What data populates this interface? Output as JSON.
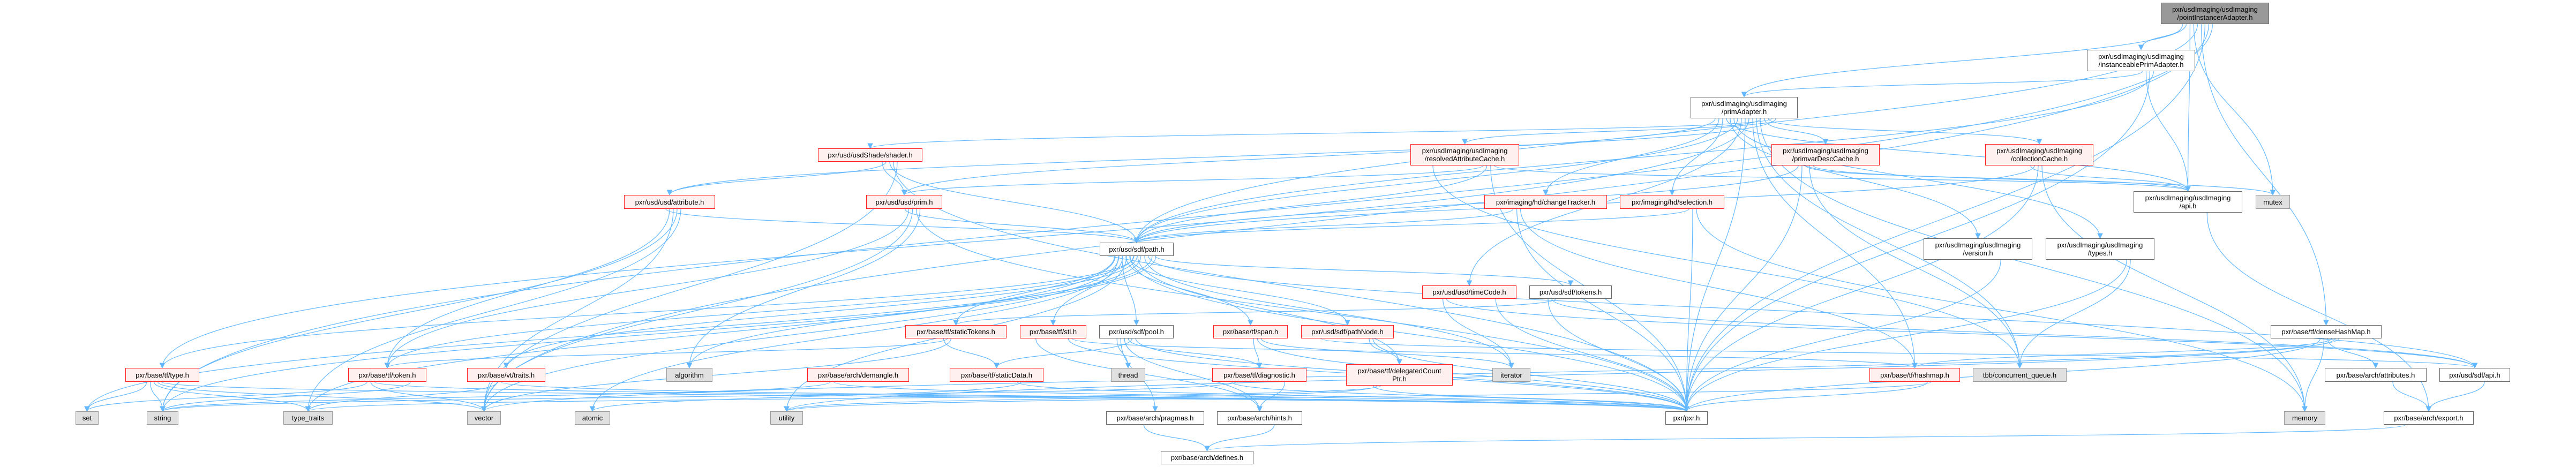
{
  "title": "pxr/usdImaging/usdImaging/pointInstancerAdapter.h include dependency graph",
  "colors": {
    "edge": "#63b8ff",
    "truncated_border": "#ff2020",
    "truncated_fill": "#fff0f0",
    "system_fill": "#e0e0e0",
    "current_fill": "#999999"
  },
  "nodes": [
    {
      "id": "n0",
      "label": "pxr/usdImaging/usdImaging\n/pointInstancerAdapter.h",
      "kind": "current"
    },
    {
      "id": "n1",
      "label": "pxr/usdImaging/usdImaging\n/instanceablePrimAdapter.h",
      "kind": "normal"
    },
    {
      "id": "n2",
      "label": "pxr/usdImaging/usdImaging\n/primAdapter.h",
      "kind": "normal"
    },
    {
      "id": "n3",
      "label": "pxr/usdImaging/usdImaging\n/resolvedAttributeCache.h",
      "kind": "truncated"
    },
    {
      "id": "n4",
      "label": "pxr/usdImaging/usdImaging\n/primvarDescCache.h",
      "kind": "truncated"
    },
    {
      "id": "n5",
      "label": "pxr/usdImaging/usdImaging\n/collectionCache.h",
      "kind": "truncated"
    },
    {
      "id": "n6",
      "label": "pxr/usd/usdShade/shader.h",
      "kind": "truncated"
    },
    {
      "id": "n7",
      "label": "pxr/usd/usd/attribute.h",
      "kind": "truncated"
    },
    {
      "id": "n8",
      "label": "pxr/usd/usd/prim.h",
      "kind": "truncated"
    },
    {
      "id": "n9",
      "label": "pxr/imaging/hd/changeTracker.h",
      "kind": "truncated"
    },
    {
      "id": "n10",
      "label": "pxr/imaging/hd/selection.h",
      "kind": "truncated"
    },
    {
      "id": "n11",
      "label": "pxr/usdImaging/usdImaging\n/api.h",
      "kind": "normal"
    },
    {
      "id": "n12",
      "label": "mutex",
      "kind": "system"
    },
    {
      "id": "n13",
      "label": "pxr/usdImaging/usdImaging\n/version.h",
      "kind": "normal"
    },
    {
      "id": "n14",
      "label": "pxr/usdImaging/usdImaging\n/types.h",
      "kind": "normal"
    },
    {
      "id": "n15",
      "label": "pxr/usd/sdf/path.h",
      "kind": "normal"
    },
    {
      "id": "n16",
      "label": "pxr/usd/usd/timeCode.h",
      "kind": "truncated"
    },
    {
      "id": "n17",
      "label": "pxr/usd/sdf/tokens.h",
      "kind": "normal"
    },
    {
      "id": "n18",
      "label": "pxr/base/tf/denseHashMap.h",
      "kind": "normal"
    },
    {
      "id": "n19",
      "label": "pxr/base/tf/staticTokens.h",
      "kind": "truncated"
    },
    {
      "id": "n20",
      "label": "pxr/base/tf/stl.h",
      "kind": "truncated"
    },
    {
      "id": "n21",
      "label": "pxr/usd/sdf/pool.h",
      "kind": "normal"
    },
    {
      "id": "n22",
      "label": "pxr/base/tf/span.h",
      "kind": "truncated"
    },
    {
      "id": "n23",
      "label": "pxr/usd/sdf/pathNode.h",
      "kind": "truncated"
    },
    {
      "id": "n24",
      "label": "pxr/base/tf/type.h",
      "kind": "truncated"
    },
    {
      "id": "n25",
      "label": "pxr/base/tf/token.h",
      "kind": "truncated"
    },
    {
      "id": "n26",
      "label": "pxr/base/vt/traits.h",
      "kind": "truncated"
    },
    {
      "id": "n27",
      "label": "algorithm",
      "kind": "system"
    },
    {
      "id": "n28",
      "label": "pxr/base/arch/demangle.h",
      "kind": "truncated"
    },
    {
      "id": "n29",
      "label": "pxr/base/tf/staticData.h",
      "kind": "truncated"
    },
    {
      "id": "n30",
      "label": "thread",
      "kind": "system"
    },
    {
      "id": "n31",
      "label": "pxr/base/tf/diagnostic.h",
      "kind": "truncated"
    },
    {
      "id": "n32",
      "label": "pxr/base/tf/delegatedCount\nPtr.h",
      "kind": "truncated"
    },
    {
      "id": "n33",
      "label": "iterator",
      "kind": "system"
    },
    {
      "id": "n34",
      "label": "pxr/base/tf/hashmap.h",
      "kind": "truncated"
    },
    {
      "id": "n35",
      "label": "tbb/concurrent_queue.h",
      "kind": "system"
    },
    {
      "id": "n36",
      "label": "memory",
      "kind": "system"
    },
    {
      "id": "n37",
      "label": "pxr/base/arch/export.h",
      "kind": "normal"
    },
    {
      "id": "n38",
      "label": "pxr/base/arch/attributes.h",
      "kind": "normal"
    },
    {
      "id": "n39",
      "label": "pxr/usd/sdf/api.h",
      "kind": "normal"
    },
    {
      "id": "n40",
      "label": "set",
      "kind": "system"
    },
    {
      "id": "n41",
      "label": "string",
      "kind": "system"
    },
    {
      "id": "n42",
      "label": "type_traits",
      "kind": "system"
    },
    {
      "id": "n43",
      "label": "vector",
      "kind": "system"
    },
    {
      "id": "n44",
      "label": "atomic",
      "kind": "system"
    },
    {
      "id": "n45",
      "label": "utility",
      "kind": "system"
    },
    {
      "id": "n46",
      "label": "pxr/base/arch/pragmas.h",
      "kind": "normal"
    },
    {
      "id": "n47",
      "label": "pxr/base/arch/hints.h",
      "kind": "normal"
    },
    {
      "id": "n48",
      "label": "pxr/pxr.h",
      "kind": "normal"
    },
    {
      "id": "n49",
      "label": "pxr/base/arch/defines.h",
      "kind": "normal"
    }
  ],
  "edges": [
    [
      "n0",
      "n1"
    ],
    [
      "n0",
      "n2"
    ],
    [
      "n0",
      "n11"
    ],
    [
      "n0",
      "n12"
    ],
    [
      "n0",
      "n15"
    ],
    [
      "n0",
      "n18"
    ],
    [
      "n0",
      "n48"
    ],
    [
      "n0",
      "n43"
    ],
    [
      "n0",
      "n41"
    ],
    [
      "n1",
      "n2"
    ],
    [
      "n1",
      "n11"
    ],
    [
      "n1",
      "n48"
    ],
    [
      "n1",
      "n15"
    ],
    [
      "n2",
      "n3"
    ],
    [
      "n2",
      "n4"
    ],
    [
      "n2",
      "n5"
    ],
    [
      "n2",
      "n6"
    ],
    [
      "n2",
      "n7"
    ],
    [
      "n2",
      "n8"
    ],
    [
      "n2",
      "n9"
    ],
    [
      "n2",
      "n10"
    ],
    [
      "n2",
      "n11"
    ],
    [
      "n2",
      "n13"
    ],
    [
      "n2",
      "n14"
    ],
    [
      "n2",
      "n15"
    ],
    [
      "n2",
      "n16"
    ],
    [
      "n2",
      "n48"
    ],
    [
      "n2",
      "n24"
    ],
    [
      "n2",
      "n34"
    ],
    [
      "n2",
      "n35"
    ],
    [
      "n2",
      "n36"
    ],
    [
      "n3",
      "n8"
    ],
    [
      "n3",
      "n15"
    ],
    [
      "n3",
      "n48"
    ],
    [
      "n3",
      "n11"
    ],
    [
      "n3",
      "n35"
    ],
    [
      "n4",
      "n15"
    ],
    [
      "n4",
      "n48"
    ],
    [
      "n4",
      "n11"
    ],
    [
      "n4",
      "n35"
    ],
    [
      "n4",
      "n12"
    ],
    [
      "n5",
      "n11"
    ],
    [
      "n5",
      "n15"
    ],
    [
      "n5",
      "n48"
    ],
    [
      "n5",
      "n36"
    ],
    [
      "n6",
      "n8"
    ],
    [
      "n6",
      "n7"
    ],
    [
      "n6",
      "n15"
    ],
    [
      "n6",
      "n48"
    ],
    [
      "n6",
      "n43"
    ],
    [
      "n7",
      "n15"
    ],
    [
      "n7",
      "n25"
    ],
    [
      "n7",
      "n43"
    ],
    [
      "n7",
      "n41"
    ],
    [
      "n7",
      "n42"
    ],
    [
      "n8",
      "n15"
    ],
    [
      "n8",
      "n25"
    ],
    [
      "n8",
      "n43"
    ],
    [
      "n8",
      "n48"
    ],
    [
      "n8",
      "n27"
    ],
    [
      "n9",
      "n15"
    ],
    [
      "n9",
      "n48"
    ],
    [
      "n9",
      "n34"
    ],
    [
      "n10",
      "n15"
    ],
    [
      "n10",
      "n48"
    ],
    [
      "n10",
      "n36"
    ],
    [
      "n11",
      "n37"
    ],
    [
      "n13",
      "n48"
    ],
    [
      "n14",
      "n48"
    ],
    [
      "n14",
      "n35"
    ],
    [
      "n15",
      "n17"
    ],
    [
      "n15",
      "n19"
    ],
    [
      "n15",
      "n20"
    ],
    [
      "n15",
      "n21"
    ],
    [
      "n15",
      "n22"
    ],
    [
      "n15",
      "n23"
    ],
    [
      "n15",
      "n25"
    ],
    [
      "n15",
      "n26"
    ],
    [
      "n15",
      "n27"
    ],
    [
      "n15",
      "n33"
    ],
    [
      "n15",
      "n39"
    ],
    [
      "n15",
      "n40"
    ],
    [
      "n15",
      "n41"
    ],
    [
      "n15",
      "n42"
    ],
    [
      "n15",
      "n43"
    ],
    [
      "n15",
      "n44"
    ],
    [
      "n15",
      "n45"
    ],
    [
      "n15",
      "n48"
    ],
    [
      "n15",
      "n24"
    ],
    [
      "n15",
      "n32"
    ],
    [
      "n16",
      "n48"
    ],
    [
      "n16",
      "n33"
    ],
    [
      "n16",
      "n39"
    ],
    [
      "n17",
      "n48"
    ],
    [
      "n17",
      "n39"
    ],
    [
      "n17",
      "n19"
    ],
    [
      "n18",
      "n48"
    ],
    [
      "n18",
      "n36"
    ],
    [
      "n18",
      "n38"
    ],
    [
      "n18",
      "n34"
    ],
    [
      "n18",
      "n45"
    ],
    [
      "n18",
      "n43"
    ],
    [
      "n19",
      "n29"
    ],
    [
      "n19",
      "n25"
    ],
    [
      "n19",
      "n43"
    ],
    [
      "n20",
      "n48"
    ],
    [
      "n20",
      "n34"
    ],
    [
      "n20",
      "n47"
    ],
    [
      "n21",
      "n30"
    ],
    [
      "n21",
      "n46"
    ],
    [
      "n21",
      "n47"
    ],
    [
      "n21",
      "n31"
    ],
    [
      "n21",
      "n29"
    ],
    [
      "n21",
      "n48"
    ],
    [
      "n22",
      "n31"
    ],
    [
      "n22",
      "n48"
    ],
    [
      "n22",
      "n33"
    ],
    [
      "n23",
      "n32"
    ],
    [
      "n23",
      "n48"
    ],
    [
      "n23",
      "n39"
    ],
    [
      "n24",
      "n40"
    ],
    [
      "n24",
      "n41"
    ],
    [
      "n24",
      "n42"
    ],
    [
      "n24",
      "n43"
    ],
    [
      "n24",
      "n48"
    ],
    [
      "n25",
      "n41"
    ],
    [
      "n25",
      "n40"
    ],
    [
      "n25",
      "n43"
    ],
    [
      "n25",
      "n48"
    ],
    [
      "n26",
      "n42"
    ],
    [
      "n26",
      "n48"
    ],
    [
      "n28",
      "n41"
    ],
    [
      "n28",
      "n48"
    ],
    [
      "n29",
      "n48"
    ],
    [
      "n29",
      "n44"
    ],
    [
      "n31",
      "n47"
    ],
    [
      "n31",
      "n48"
    ],
    [
      "n31",
      "n41"
    ],
    [
      "n32",
      "n48"
    ],
    [
      "n32",
      "n45"
    ],
    [
      "n32",
      "n42"
    ],
    [
      "n34",
      "n48"
    ],
    [
      "n34",
      "n45"
    ],
    [
      "n38",
      "n37"
    ],
    [
      "n39",
      "n37"
    ],
    [
      "n37",
      "n49"
    ],
    [
      "n46",
      "n49"
    ],
    [
      "n47",
      "n49"
    ]
  ]
}
